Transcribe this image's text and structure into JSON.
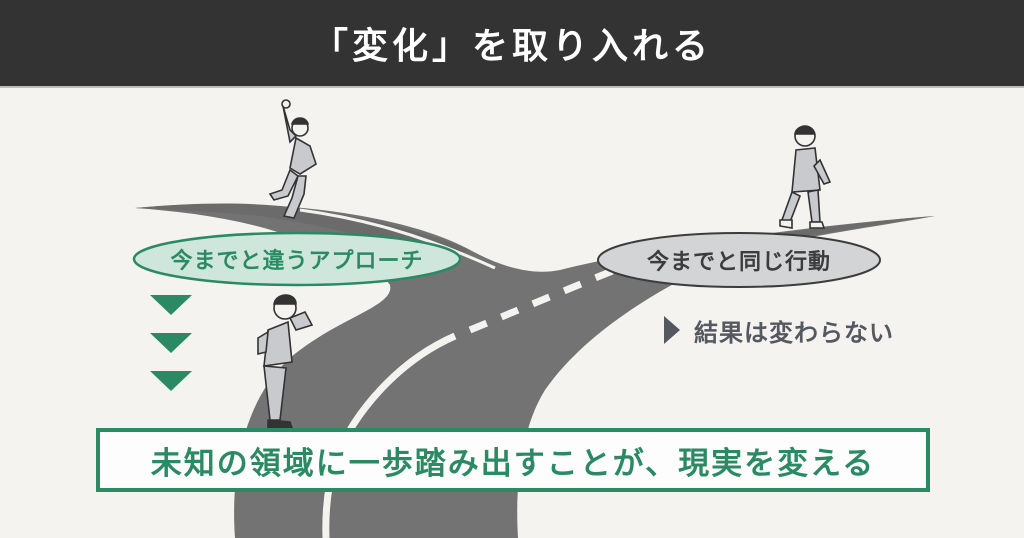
{
  "header": {
    "title": "「変化」を取り入れる"
  },
  "paths": {
    "new_approach": {
      "label": "今までと違うアプローチ",
      "fill": "#cfe6dc",
      "stroke": "#2b8a63"
    },
    "same_action": {
      "label": "今までと同じ行動",
      "fill": "#d3d4d6",
      "stroke": "#3c3c3c"
    }
  },
  "result": {
    "arrow_icon": "triangle-right-icon",
    "text": "結果は変わらない"
  },
  "down_arrows": {
    "icon": "triangle-down-icon",
    "count": 3
  },
  "message": {
    "text": "未知の領域に一歩踏み出すことが、現実を変える"
  },
  "figures": [
    {
      "name": "jumping-man",
      "description": "man jumping with fist raised"
    },
    {
      "name": "looking-man",
      "description": "man shading eyes looking ahead"
    },
    {
      "name": "walking-man",
      "description": "man walking forward"
    }
  ],
  "colors": {
    "header_bg": "#333333",
    "background": "#f4f3ef",
    "road": "#737373",
    "road_marking": "#f4f3ef",
    "accent_green": "#2b8a63",
    "result_gray": "#555860"
  }
}
